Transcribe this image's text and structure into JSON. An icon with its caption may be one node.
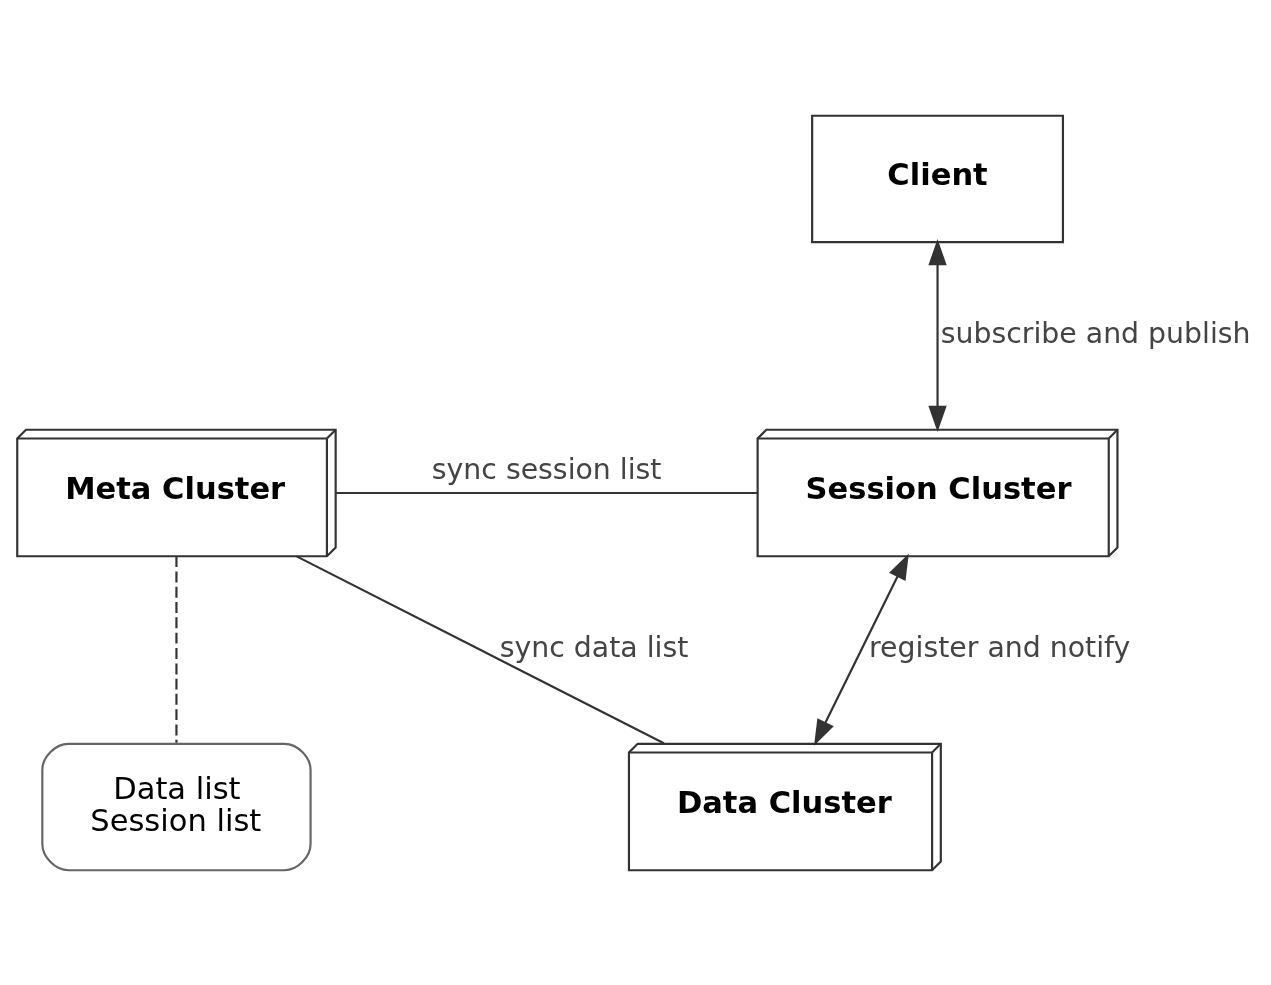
{
  "diagram": {
    "nodes": [
      {
        "text": [
          "Client"
        ]
      },
      {
        "text": [
          "Session Cluster"
        ]
      },
      {
        "text": [
          "Meta Cluster"
        ]
      },
      {
        "text": [
          "Data Cluster"
        ]
      },
      {
        "text": [
          "Data list",
          "Session list"
        ]
      }
    ],
    "edges": [
      {
        "from": 0,
        "to": 1,
        "arrow": "both",
        "label": "subscribe and publish"
      },
      {
        "from": 2,
        "to": 1,
        "arrow": "none",
        "label": "sync session list"
      },
      {
        "from": 2,
        "to": 3,
        "arrow": "none",
        "label": "sync data list"
      },
      {
        "from": 1,
        "to": 3,
        "arrow": "both",
        "label": "register and notify"
      },
      {
        "from": 2,
        "to": 4,
        "arrow": "none",
        "style": "dashed"
      }
    ]
  }
}
